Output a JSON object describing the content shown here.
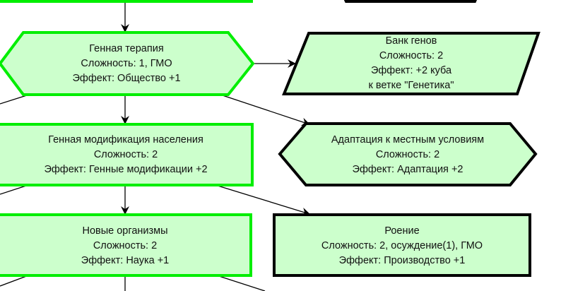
{
  "colors": {
    "fill": "#ccffcc",
    "green_border": "#00ee00",
    "black_border": "#000000"
  },
  "nodes": {
    "gene_therapy": {
      "title": "Генная терапия",
      "complexity": "Сложность: 1, ГМО",
      "effect": "Эффект: Общество +1"
    },
    "gene_bank": {
      "title": "Банк генов",
      "complexity": "Сложность: 2",
      "effect": "Эффект: +2 куба",
      "effect2": "к ветке \"Генетика\""
    },
    "population_mod": {
      "title": "Генная модификация населения",
      "complexity": "Сложность: 2",
      "effect": "Эффект: Генные модификации +2"
    },
    "local_adaptation": {
      "title": "Адаптация к местным условиям",
      "complexity": "Сложность: 2",
      "effect": "Эффект: Адаптация +2"
    },
    "new_organisms": {
      "title": "Новые организмы",
      "complexity": "Сложность: 2",
      "effect": "Эффект: Наука +1"
    },
    "swarming": {
      "title": "Роение",
      "complexity": "Сложность: 2, осуждение(1), ГМО",
      "effect": "Эффект: Производство +1"
    }
  }
}
